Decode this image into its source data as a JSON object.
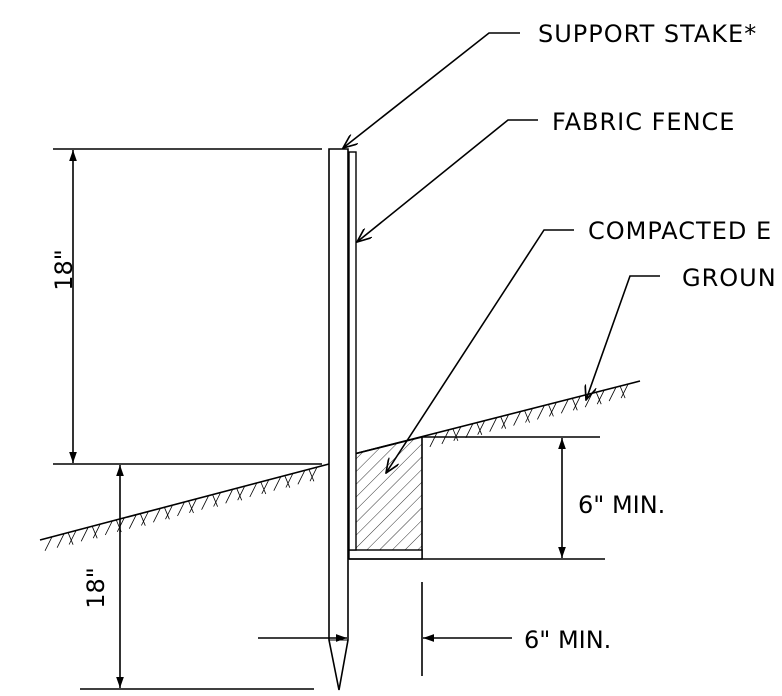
{
  "labels": {
    "support_stake": "SUPPORT STAKE*",
    "fabric_fence": "FABRIC FENCE",
    "compacted": "COMPACTED E",
    "ground": "GROUN"
  },
  "dimensions": {
    "height_above": "18\"",
    "depth_below": "18\"",
    "trench_depth": "6\" MIN.",
    "trench_width": "6\" MIN."
  }
}
